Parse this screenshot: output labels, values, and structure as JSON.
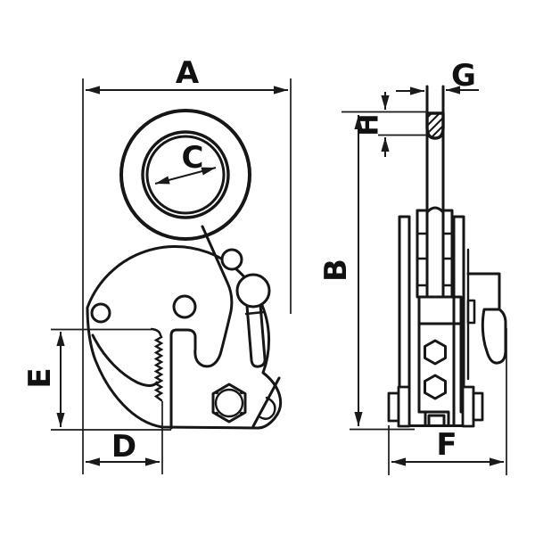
{
  "figure": {
    "type": "technical-drawing",
    "subject": "Vertical plate lifting clamp — front elevation and side elevation with dimension callouts"
  },
  "colors": {
    "line": "#161616",
    "dimension_line": "#1a1a1a",
    "background": "#ffffff"
  },
  "dimension_labels": {
    "a": "A",
    "b": "B",
    "c": "C",
    "d": "D",
    "e": "E",
    "f": "F",
    "g": "G",
    "h": "H"
  }
}
